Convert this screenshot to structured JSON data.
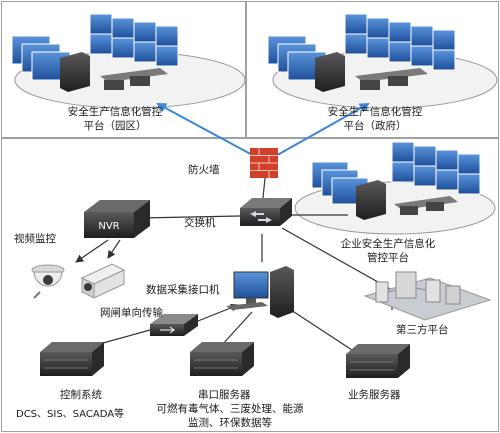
{
  "platform_park": {
    "line1": "安全生产信息化管控",
    "line2": "平台（园区）"
  },
  "platform_gov": {
    "line1": "安全生产信息化管控",
    "line2": "平台（政府）"
  },
  "platform_ent": {
    "line1": "企业安全生产信息化",
    "line2": "管控平台"
  },
  "firewall": "防火墙",
  "switch": "交换机",
  "nvr": "NVR",
  "video": "视频监控",
  "data_pc": "数据采集接口机",
  "gate": "网闸单向传输",
  "third_party": "第三方平台",
  "control": {
    "label": "控制系统",
    "sub": "DCS、SIS、SACADA等"
  },
  "serial": {
    "label": "串口服务器",
    "sub1": "可燃有毒气体、三废处理、能源",
    "sub2": "监测、环保数据等"
  },
  "business": "业务服务器",
  "colors": {
    "arrow": "#3a86d8",
    "line": "#333333",
    "firewall": "#d2402c",
    "screen": "#2f6fc0",
    "device": "#3a3a3a"
  }
}
